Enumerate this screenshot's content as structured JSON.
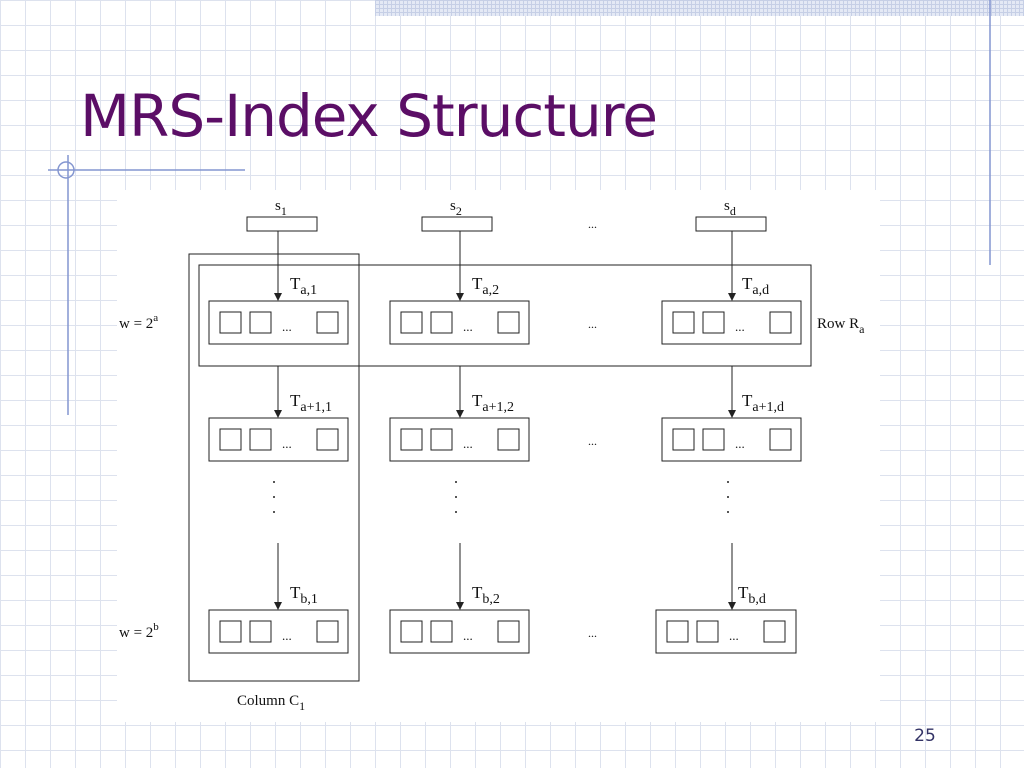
{
  "slide": {
    "title": "MRS-Index Structure",
    "page_number": "25"
  },
  "diagram": {
    "series": [
      {
        "label": "s",
        "sub": "1"
      },
      {
        "label": "s",
        "sub": "2"
      },
      {
        "label": "s",
        "sub": "d"
      }
    ],
    "rows": [
      {
        "width_label": "w = 2",
        "width_exp": "a",
        "tables": [
          {
            "label": "T",
            "sub": "a,1"
          },
          {
            "label": "T",
            "sub": "a,2"
          },
          {
            "label": "T",
            "sub": "a,d"
          }
        ]
      },
      {
        "width_label": "",
        "width_exp": "",
        "tables": [
          {
            "label": "T",
            "sub": "a+1,1"
          },
          {
            "label": "T",
            "sub": "a+1,2"
          },
          {
            "label": "T",
            "sub": "a+1,d"
          }
        ]
      },
      {
        "width_label": "w = 2",
        "width_exp": "b",
        "tables": [
          {
            "label": "T",
            "sub": "b,1"
          },
          {
            "label": "T",
            "sub": "b,2"
          },
          {
            "label": "T",
            "sub": "b,d"
          }
        ]
      }
    ],
    "row_label": {
      "text": "Row R",
      "sub": "a"
    },
    "column_label": {
      "text": "Column C",
      "sub": "1"
    },
    "ellipsis": "...",
    "vertical_dots": ":"
  }
}
